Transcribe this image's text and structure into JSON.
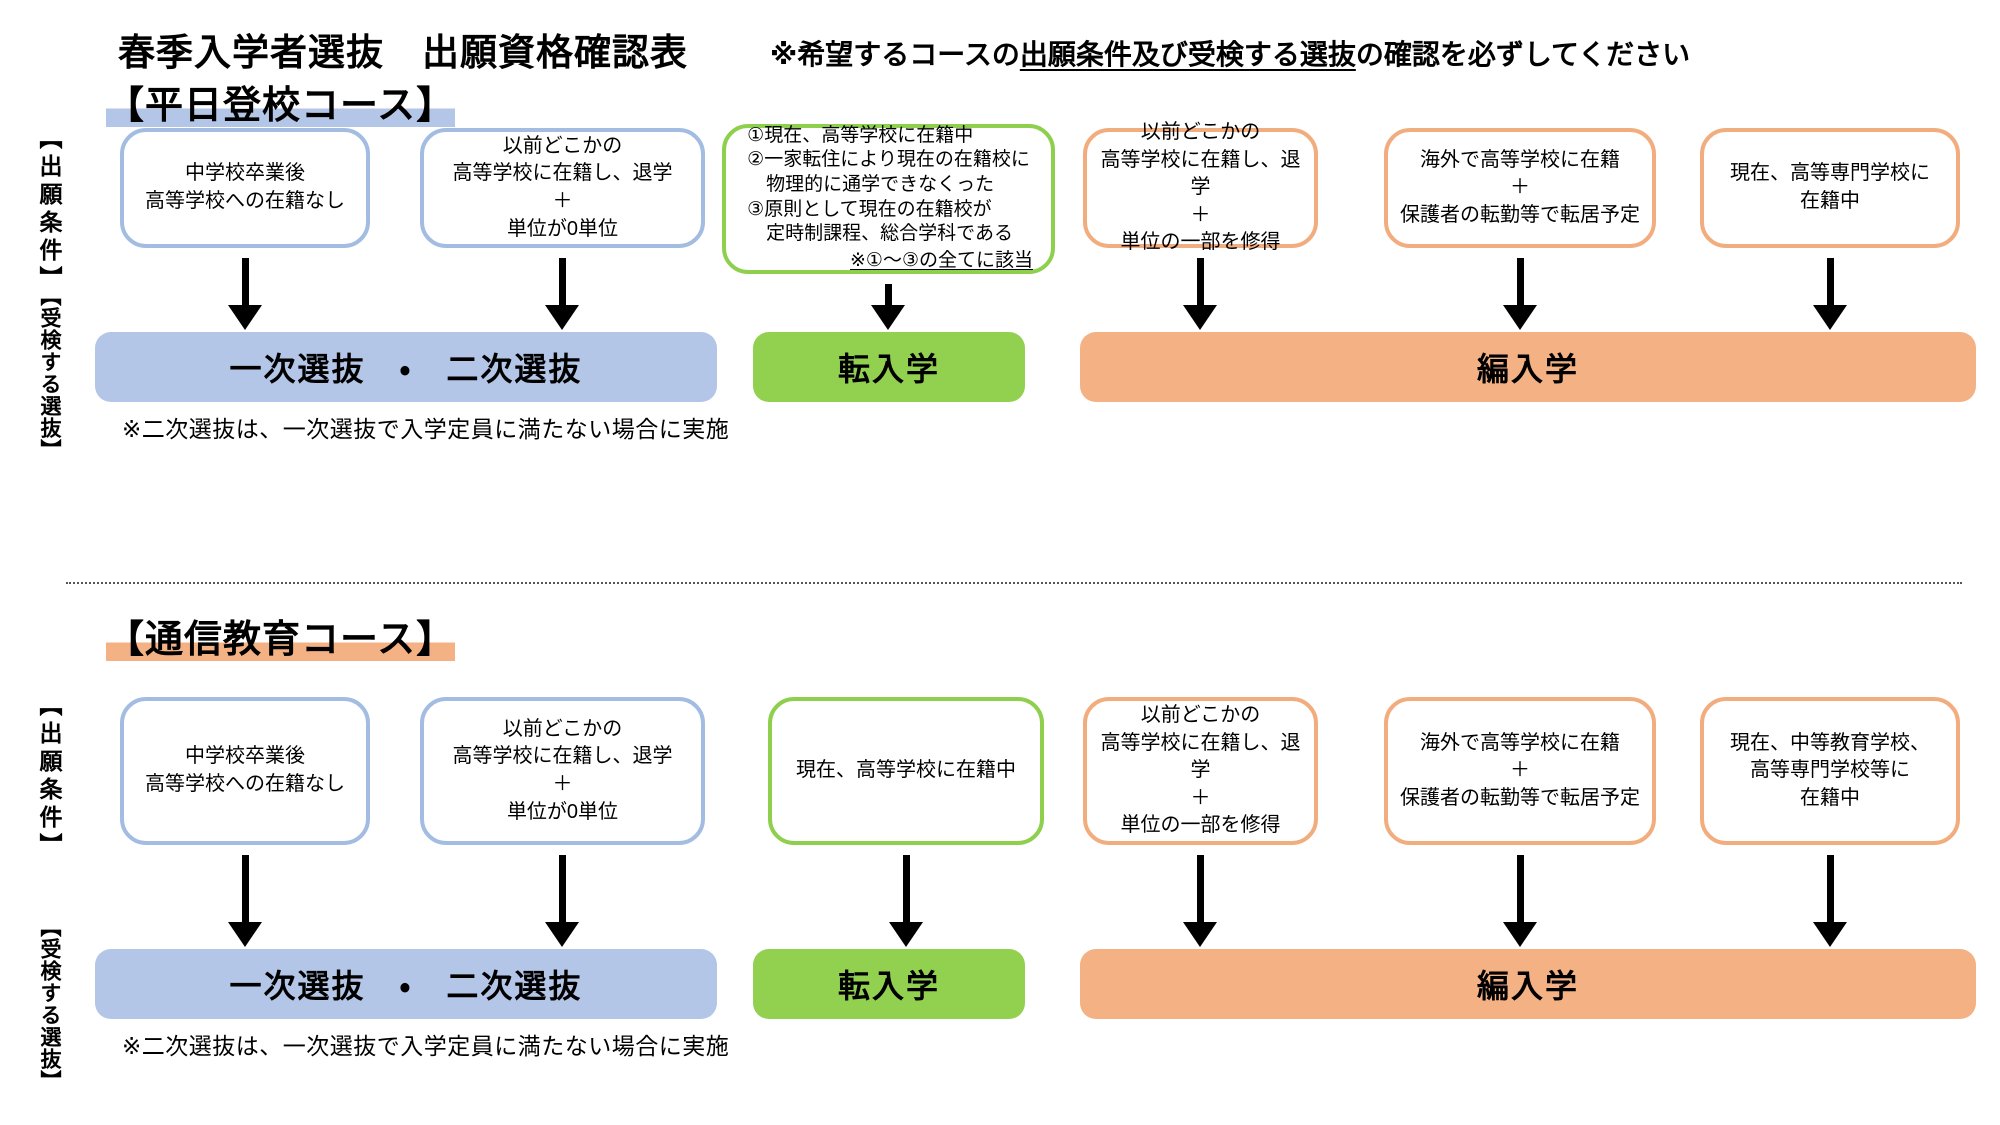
{
  "page": {
    "title": "春季入学者選抜　出願資格確認表",
    "note_prefix": "※希望するコースの",
    "note_underlined": "出願条件及び受検する選抜",
    "note_suffix": "の確認を必ずしてください"
  },
  "colors": {
    "blue": "#b3c6e7",
    "blue-border": "#a3bce2",
    "green": "#92d050",
    "green-border": "#8ecf4d",
    "orange": "#f4b183",
    "orange-border": "#f2ad7e"
  },
  "sections": [
    {
      "heading": "【平日登校コース】",
      "side_label_conditions": "【出願条件】",
      "side_label_selection": "【受検する選抜】",
      "boxes": [
        {
          "lines": [
            "中学校卒業後",
            "高等学校への在籍なし"
          ]
        },
        {
          "lines": [
            "以前どこかの",
            "高等学校に在籍し、退学",
            "＋",
            "単位が0単位"
          ]
        },
        {
          "lines": [
            "①現在、高等学校に在籍中",
            "②一家転住により現在の在籍校に",
            "　物理的に通学できなくった",
            "③原則として現在の在籍校が",
            "　定時制課程、総合学科である"
          ],
          "footnote": "※①～③の全てに該当"
        },
        {
          "lines": [
            "以前どこかの",
            "高等学校に在籍し、退学",
            "＋",
            "単位の一部を修得"
          ]
        },
        {
          "lines": [
            "海外で高等学校に在籍",
            "＋",
            "保護者の転勤等で転居予定"
          ]
        },
        {
          "lines": [
            "現在、高等専門学校に",
            "在籍中"
          ]
        }
      ],
      "bars": {
        "primary": "一次選抜　・　二次選抜",
        "transfer": "転入学",
        "reentry": "編入学"
      },
      "bar_note": "※二次選抜は、一次選抜で入学定員に満たない場合に実施"
    },
    {
      "heading": "【通信教育コース】",
      "side_label_conditions": "【出願条件】",
      "side_label_selection": "【受検する選抜】",
      "boxes": [
        {
          "lines": [
            "中学校卒業後",
            "高等学校への在籍なし"
          ]
        },
        {
          "lines": [
            "以前どこかの",
            "高等学校に在籍し、退学",
            "＋",
            "単位が0単位"
          ]
        },
        {
          "lines": [
            "現在、高等学校に在籍中"
          ]
        },
        {
          "lines": [
            "以前どこかの",
            "高等学校に在籍し、退学",
            "＋",
            "単位の一部を修得"
          ]
        },
        {
          "lines": [
            "海外で高等学校に在籍",
            "＋",
            "保護者の転勤等で転居予定"
          ]
        },
        {
          "lines": [
            "現在、中等教育学校、",
            "高等専門学校等に",
            "在籍中"
          ]
        }
      ],
      "bars": {
        "primary": "一次選抜　・　二次選抜",
        "transfer": "転入学",
        "reentry": "編入学"
      },
      "bar_note": "※二次選抜は、一次選抜で入学定員に満たない場合に実施"
    }
  ]
}
